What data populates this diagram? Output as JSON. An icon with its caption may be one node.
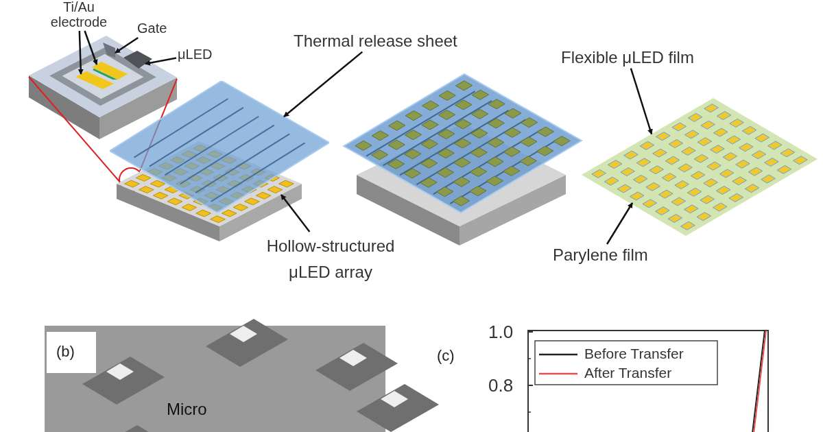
{
  "diagram": {
    "nodes": [
      {
        "text": [
          "Ti/Au electrode"
        ]
      },
      {
        "text": [],
        "shape": "picture"
      },
      {
        "text": [],
        "shape": "picture"
      },
      {
        "text": [
          "Gate"
        ]
      },
      {
        "text": [],
        "shape": "picture"
      },
      {
        "text": [
          "μLED"
        ]
      },
      {
        "text": [],
        "shape": "picture"
      },
      {
        "text": [
          "Thermal release sheet"
        ]
      },
      {
        "text": [],
        "shape": "picture"
      },
      {
        "text": [
          "Hollow-structured μLED array"
        ]
      },
      {
        "text": [],
        "shape": "picture"
      },
      {
        "text": [
          "Flexible μLED film"
        ]
      },
      {
        "text": [],
        "shape": "picture"
      },
      {
        "text": [
          "Parylene film"
        ]
      }
    ],
    "edges": [
      {
        "from": 0,
        "to": 1,
        "arrow": "to"
      },
      {
        "from": 0,
        "to": 2,
        "arrow": "to"
      },
      {
        "from": 3,
        "to": 4,
        "arrow": "to"
      },
      {
        "from": 5,
        "to": 6,
        "arrow": "to"
      },
      {
        "from": 7,
        "to": 8,
        "arrow": "to"
      },
      {
        "from": 9,
        "to": 10,
        "arrow": "to"
      },
      {
        "from": 11,
        "to": 12,
        "arrow": "to"
      },
      {
        "from": 13,
        "to": 12,
        "arrow": "to"
      }
    ],
    "labels": [
      "(b)",
      "Micro",
      "(c)",
      "1.0",
      "0.8"
    ],
    "legend": [
      {
        "text": "Before Transfer"
      },
      {
        "text": "After Transfer"
      }
    ]
  }
}
